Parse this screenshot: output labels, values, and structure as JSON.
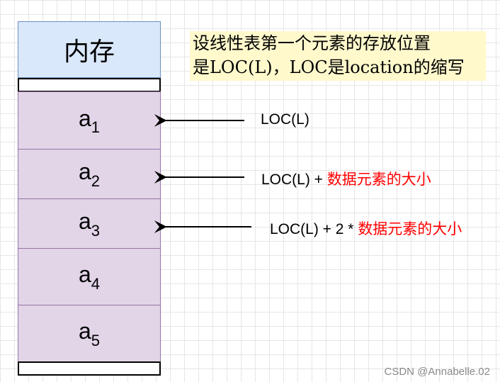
{
  "memory": {
    "title": "内存",
    "cells": [
      {
        "base": "a",
        "sub": "1"
      },
      {
        "base": "a",
        "sub": "2"
      },
      {
        "base": "a",
        "sub": "3"
      },
      {
        "base": "a",
        "sub": "4"
      },
      {
        "base": "a",
        "sub": "5"
      }
    ]
  },
  "note": {
    "line1": "设线性表第一个元素的存放位置",
    "line2": "是LOC(L)，LOC是location的缩写"
  },
  "arrows": [
    {
      "text": "LOC(L)",
      "highlight": ""
    },
    {
      "text": "LOC(L) + ",
      "highlight": "数据元素的大小"
    },
    {
      "text": "LOC(L) + 2 * ",
      "highlight": "数据元素的大小"
    }
  ],
  "colors": {
    "header_fill": "#dae8fc",
    "header_stroke": "#6c8ebf",
    "cell_fill": "#e1d5e7",
    "cell_stroke": "#9673a6",
    "note_fill": "#fff9cc",
    "highlight": "#ff0000"
  },
  "watermark": "CSDN @Annabelle.02"
}
